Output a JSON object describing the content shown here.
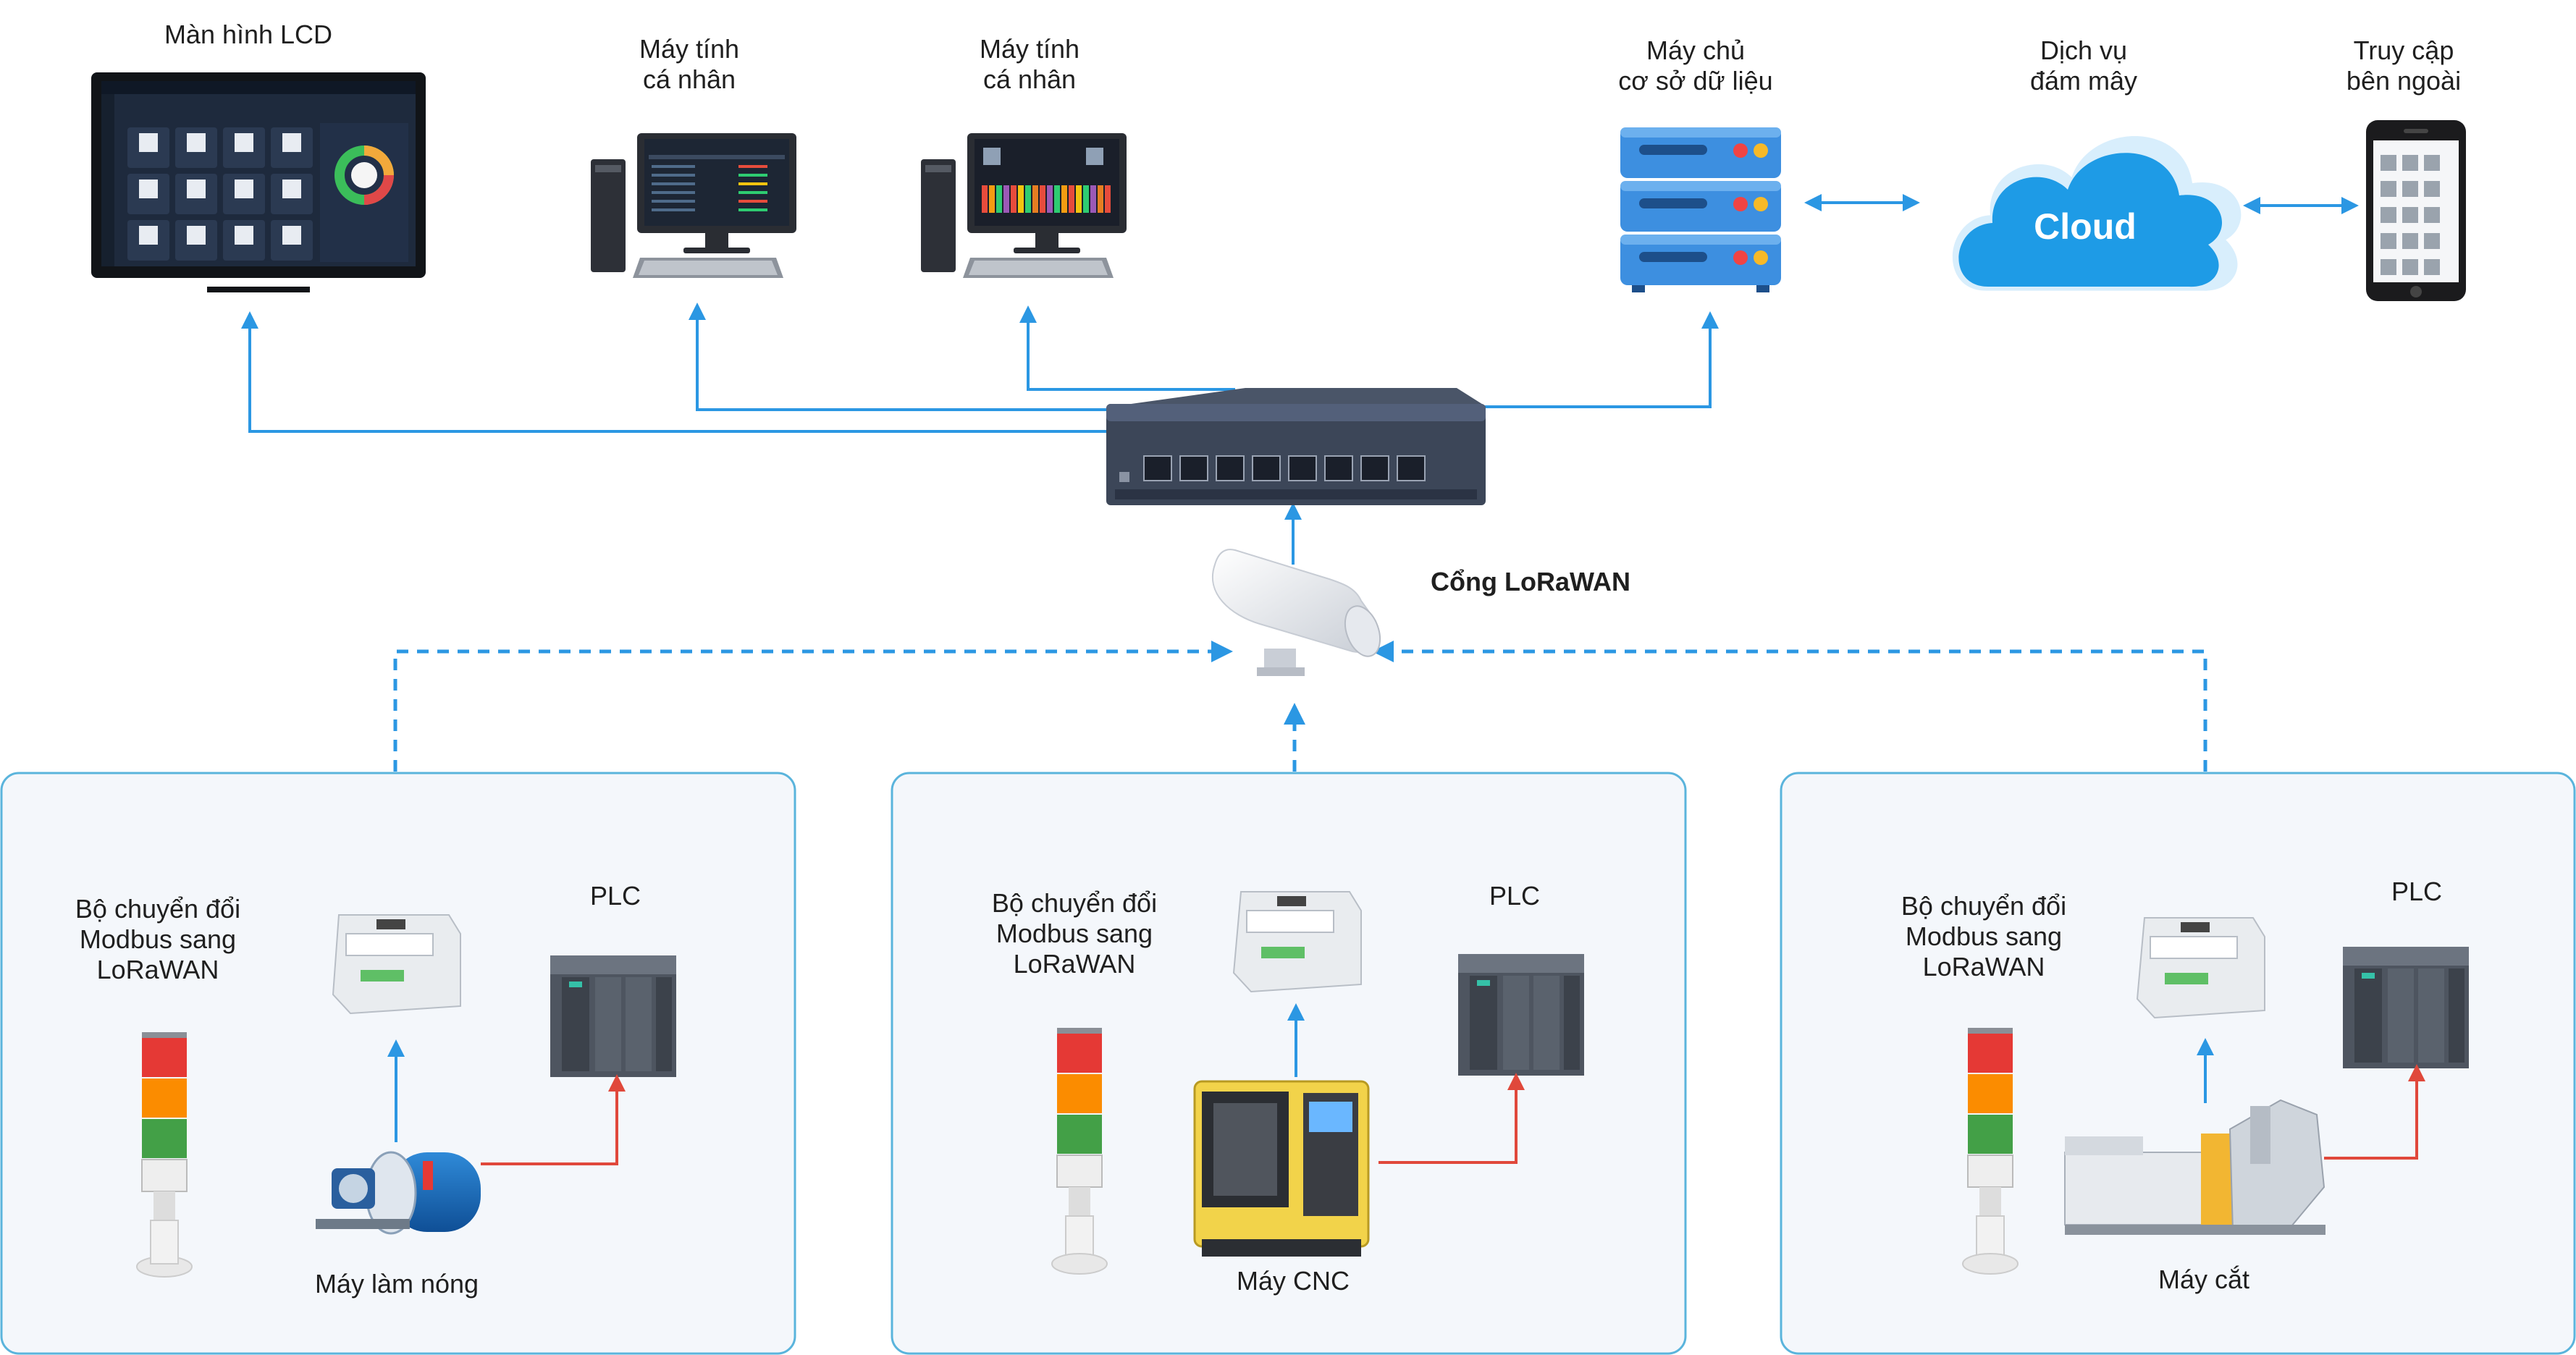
{
  "labels": {
    "lcd": "Màn hình LCD",
    "pc1_line1": "Máy tính",
    "pc1_line2": "cá nhân",
    "pc2_line1": "Máy tính",
    "pc2_line2": "cá nhân",
    "db_line1": "Máy chủ",
    "db_line2": "cơ sở dữ liệu",
    "cloud_line1": "Dịch vụ",
    "cloud_line2": "đám mây",
    "ext_line1": "Truy cập",
    "ext_line2": "bên ngoài",
    "cloud": "Cloud",
    "gateway": "Cổng LoRaWAN"
  },
  "zones": [
    {
      "converter_line1": "Bộ chuyển đổi",
      "converter_line2": "Modbus sang",
      "converter_line3": "LoRaWAN",
      "plc": "PLC",
      "machine": "Máy làm nóng"
    },
    {
      "converter_line1": "Bộ chuyển đổi",
      "converter_line2": "Modbus sang",
      "converter_line3": "LoRaWAN",
      "plc": "PLC",
      "machine": "Máy CNC"
    },
    {
      "converter_line1": "Bộ chuyển đổi",
      "converter_line2": "Modbus sang",
      "converter_line3": "LoRaWAN",
      "plc": "PLC",
      "machine": "Máy cắt"
    }
  ],
  "colors": {
    "link_blue": "#2b97e3",
    "signal_red": "#e0483b",
    "zone_border": "#5ab4dc",
    "zone_fill": "#f4f7fb",
    "cloud_blue": "#1e9be6",
    "server_blue": "#3d8fe0"
  }
}
